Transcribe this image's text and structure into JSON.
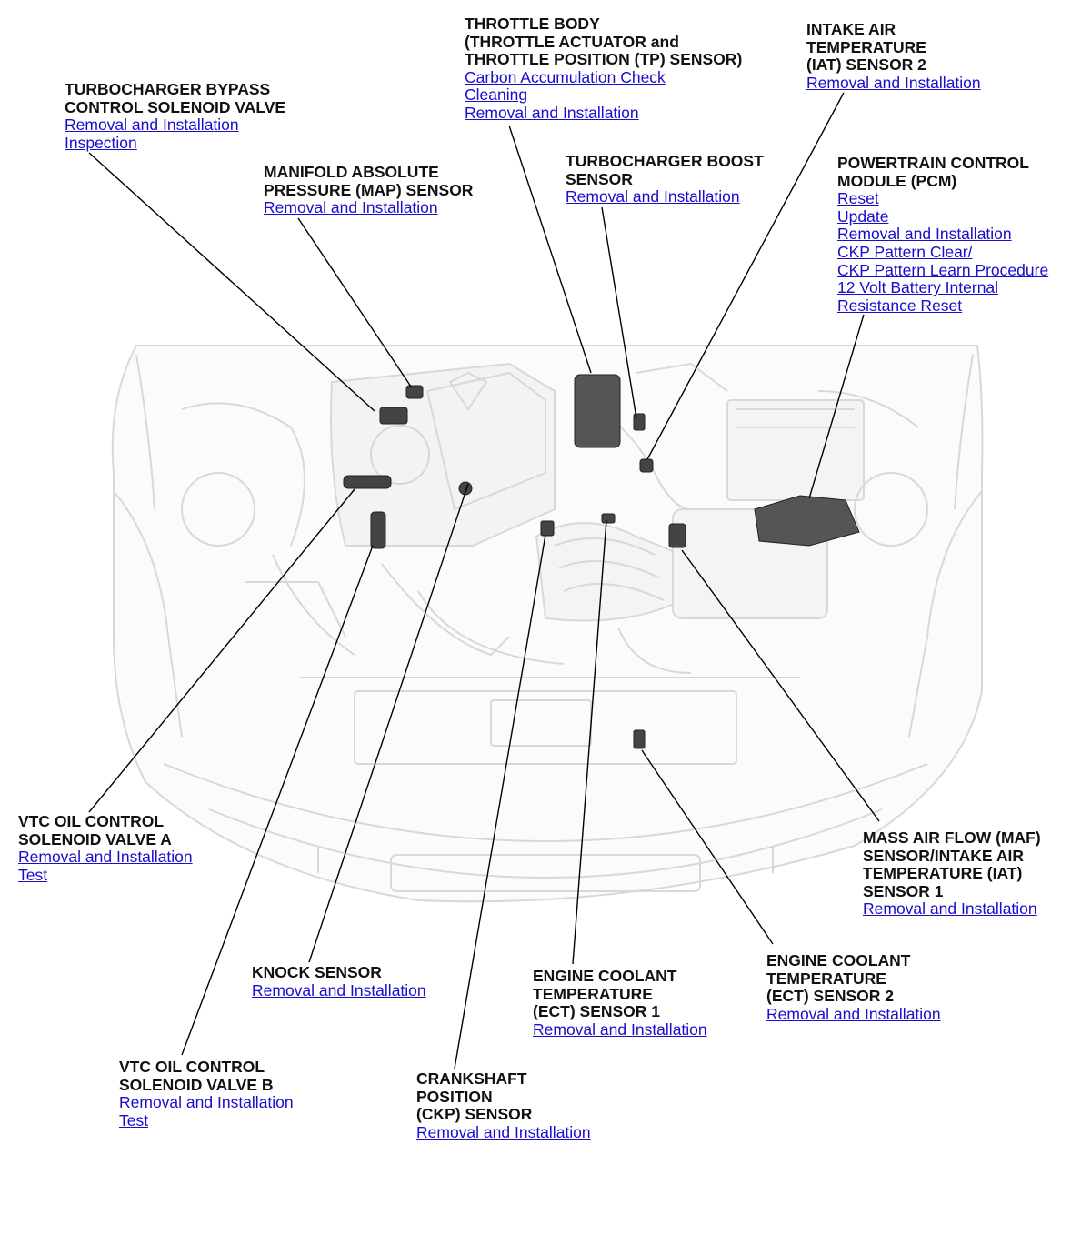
{
  "colors": {
    "link": "#1a0dcc",
    "title": "#111111",
    "leader": "#000000",
    "illustration": "#d8d8d8"
  },
  "components": {
    "turbo_bypass": {
      "title": "TURBOCHARGER BYPASS\nCONTROL SOLENOID VALVE",
      "links": [
        "Removal and Installation",
        "Inspection"
      ]
    },
    "map_sensor": {
      "title": "MANIFOLD ABSOLUTE\nPRESSURE (MAP) SENSOR",
      "links": [
        "Removal and Installation"
      ]
    },
    "throttle_body": {
      "title": "THROTTLE BODY\n(THROTTLE ACTUATOR and\nTHROTTLE POSITION (TP) SENSOR)",
      "links": [
        "Carbon Accumulation Check",
        "Cleaning",
        "Removal and Installation"
      ]
    },
    "boost_sensor": {
      "title": "TURBOCHARGER BOOST\nSENSOR",
      "links": [
        "Removal and Installation"
      ]
    },
    "iat2": {
      "title": "INTAKE AIR\nTEMPERATURE\n(IAT) SENSOR 2",
      "links": [
        "Removal and Installation"
      ]
    },
    "pcm": {
      "title": "POWERTRAIN CONTROL\nMODULE (PCM)",
      "links": [
        "Reset",
        "Update",
        "Removal and Installation",
        "CKP Pattern Clear/",
        "CKP Pattern Learn Procedure",
        "12 Volt Battery Internal",
        "Resistance Reset"
      ]
    },
    "vtc_a": {
      "title": "VTC OIL CONTROL\nSOLENOID VALVE A",
      "links": [
        "Removal and Installation",
        "Test"
      ]
    },
    "knock": {
      "title": "KNOCK SENSOR",
      "links": [
        "Removal and Installation"
      ]
    },
    "ect1": {
      "title": "ENGINE COOLANT\nTEMPERATURE\n(ECT) SENSOR 1",
      "links": [
        "Removal and Installation"
      ]
    },
    "ect2": {
      "title": "ENGINE COOLANT\nTEMPERATURE\n(ECT) SENSOR 2",
      "links": [
        "Removal and Installation"
      ]
    },
    "maf": {
      "title": "MASS AIR FLOW (MAF)\nSENSOR/INTAKE AIR\nTEMPERATURE (IAT)\nSENSOR 1",
      "links": [
        "Removal and Installation"
      ]
    },
    "vtc_b": {
      "title": "VTC OIL CONTROL\nSOLENOID VALVE B",
      "links": [
        "Removal and Installation",
        "Test"
      ]
    },
    "ckp": {
      "title": "CRANKSHAFT\nPOSITION\n(CKP) SENSOR",
      "links": [
        "Removal and Installation"
      ]
    }
  }
}
